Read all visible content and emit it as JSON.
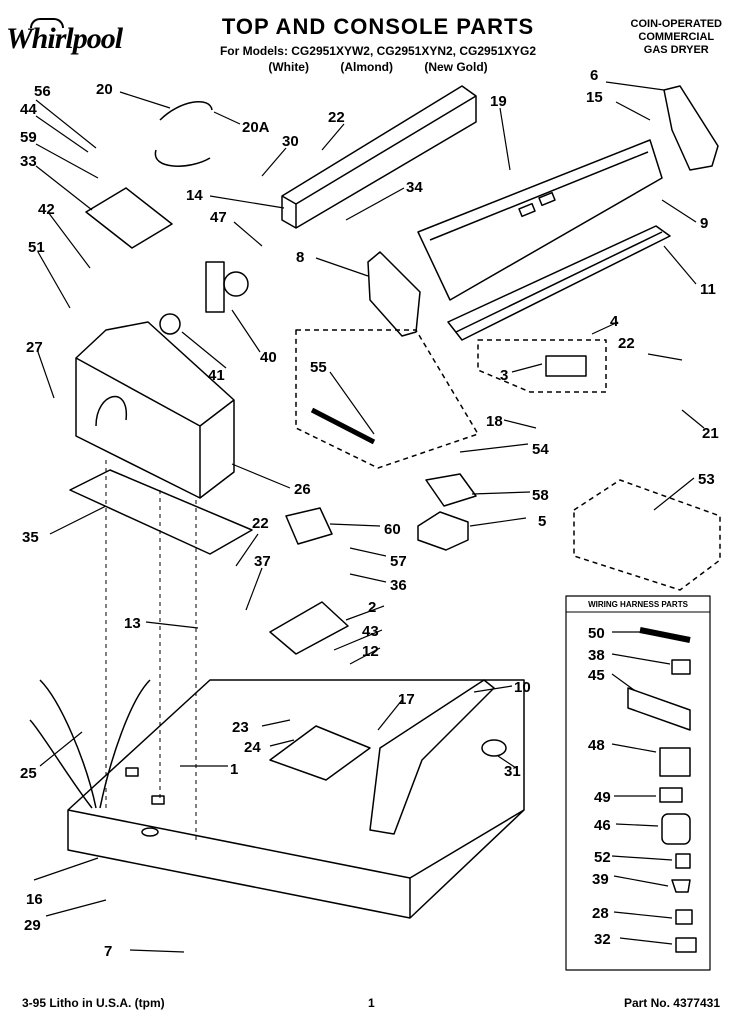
{
  "header": {
    "title": "TOP AND CONSOLE PARTS",
    "models": "For Models: CG2951XYW2, CG2951XYN2, CG2951XYG2",
    "colors": [
      "(White)",
      "(Almond)",
      "(New Gold)"
    ],
    "brand": "Whirlpool",
    "product_lines": [
      "COIN-OPERATED",
      "COMMERCIAL",
      "GAS DRYER"
    ]
  },
  "footer": {
    "litho": "3-95 Litho in U.S.A. (tpm)",
    "page": "1",
    "part_no": "Part No. 4377431"
  },
  "wiring_harness_box": {
    "title": "WIRING HARNESS PARTS"
  },
  "part_labels": [
    "56",
    "44",
    "59",
    "33",
    "42",
    "51",
    "27",
    "20",
    "20A",
    "22",
    "30",
    "14",
    "47",
    "34",
    "8",
    "19",
    "6",
    "15",
    "9",
    "11",
    "4",
    "3",
    "22",
    "18",
    "21",
    "53",
    "55",
    "41",
    "40",
    "26",
    "54",
    "58",
    "5",
    "35",
    "60",
    "57",
    "22",
    "37",
    "36",
    "2",
    "43",
    "12",
    "13",
    "10",
    "17",
    "23",
    "24",
    "1",
    "31",
    "25",
    "16",
    "29",
    "7",
    "50",
    "38",
    "45",
    "48",
    "49",
    "46",
    "52",
    "39",
    "28",
    "32"
  ]
}
